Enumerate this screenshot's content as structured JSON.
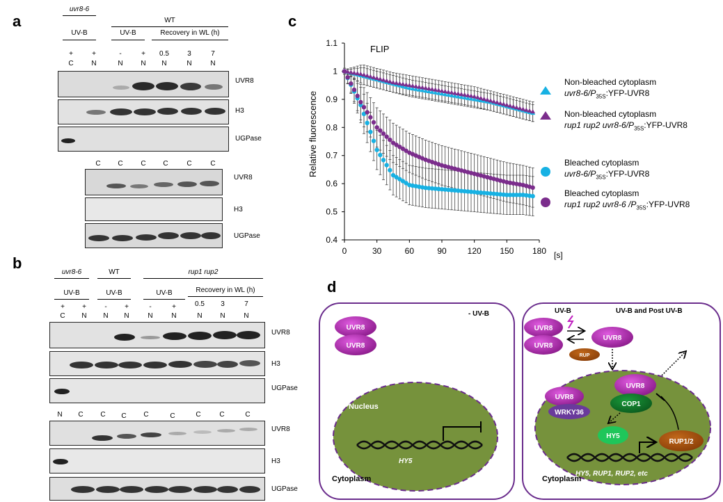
{
  "panel_labels": {
    "a": "a",
    "b": "b",
    "c": "c",
    "d": "d"
  },
  "panel_a": {
    "groups": [
      "uvr8-6",
      "WT"
    ],
    "sub_uvb_1": "UV-B",
    "sub_uvb_2": "UV-B",
    "sub_recovery": "Recovery in WL (h)",
    "signs": [
      "+",
      "+",
      "-",
      "+",
      "0.5",
      "3",
      "7"
    ],
    "fractions": [
      "C",
      "N",
      "N",
      "N",
      "N",
      "N",
      "N"
    ],
    "top_blots": [
      "UVR8",
      "H3",
      "UGPase"
    ],
    "bottom_fractions": [
      "C",
      "C",
      "C",
      "C",
      "C",
      "C"
    ],
    "bottom_blots": [
      "UVR8",
      "H3",
      "UGPase"
    ]
  },
  "panel_b": {
    "groups": [
      "uvr8-6",
      "WT",
      "rup1 rup2"
    ],
    "sub_uvb_1": "UV-B",
    "sub_uvb_2": "UV-B",
    "sub_uvb_3": "UV-B",
    "sub_recovery": "Recovery in WL (h)",
    "signs": [
      "+",
      "+",
      "-",
      "+",
      "-",
      "+",
      "0.5",
      "3",
      "7"
    ],
    "fractions": [
      "C",
      "N",
      "N",
      "N",
      "N",
      "N",
      "N",
      "N",
      "N"
    ],
    "top_blots": [
      "UVR8",
      "H3",
      "UGPase"
    ],
    "bottom_fractions": [
      "N",
      "C",
      "C",
      "C",
      "C",
      "C",
      "C",
      "C",
      "C"
    ],
    "bottom_blots": [
      "UVR8",
      "H3",
      "UGPase"
    ]
  },
  "chart_data": {
    "type": "scatter",
    "title": "FLIP",
    "ylabel": "Relative fluorescence",
    "xlabel": "[s]",
    "xlim": [
      0,
      180
    ],
    "ylim": [
      0.4,
      1.1
    ],
    "x_ticks": [
      "0",
      "30",
      "60",
      "90",
      "120",
      "150",
      "180"
    ],
    "y_ticks": [
      "0.4",
      "0.5",
      "0.6",
      "0.7",
      "0.8",
      "0.9",
      "1",
      "1.1"
    ],
    "x": [
      0,
      15,
      30,
      45,
      60,
      75,
      90,
      105,
      120,
      135,
      150,
      165,
      175
    ],
    "series": [
      {
        "name": "Non-bleached cytoplasm",
        "genotype": "uvr8-6/P35S:YFP-UVR8",
        "marker": "triangle",
        "color": "#17b1e3",
        "values": [
          1.0,
          0.985,
          0.97,
          0.955,
          0.94,
          0.93,
          0.92,
          0.91,
          0.9,
          0.89,
          0.875,
          0.86,
          0.85
        ],
        "error": 0.03
      },
      {
        "name": "Non-bleached cytoplasm",
        "genotype": "rup1 rup2 uvr8-6/P35S:YFP-UVR8",
        "marker": "triangle",
        "color": "#7b2d8c",
        "values": [
          1.0,
          0.99,
          0.975,
          0.96,
          0.95,
          0.94,
          0.93,
          0.92,
          0.91,
          0.895,
          0.88,
          0.865,
          0.855
        ],
        "error": 0.035
      },
      {
        "name": "Bleached cytoplasm",
        "genotype": "uvr8-6/P35S:YFP-UVR8",
        "marker": "circle",
        "color": "#17b1e3",
        "values": [
          1.0,
          0.88,
          0.72,
          0.63,
          0.595,
          0.585,
          0.58,
          0.575,
          0.57,
          0.565,
          0.56,
          0.56,
          0.555
        ],
        "error": 0.07
      },
      {
        "name": "Bleached cytoplasm",
        "genotype": "rup1 rup2 uvr8-6 /P35S:YFP-UVR8",
        "marker": "circle",
        "color": "#7b2d8c",
        "values": [
          1.0,
          0.89,
          0.8,
          0.745,
          0.71,
          0.685,
          0.665,
          0.65,
          0.635,
          0.62,
          0.605,
          0.595,
          0.585
        ],
        "error": 0.07
      }
    ],
    "legend": [
      {
        "line1": "Non-bleached cytoplasm",
        "line2": "uvr8-6/P",
        "sub": "35S",
        "tail": ":YFP-UVR8"
      },
      {
        "line1": "Non-bleached cytoplasm",
        "line2": "rup1 rup2 uvr8-6/P",
        "sub": "35S",
        "tail": ":YFP-UVR8"
      },
      {
        "line1": "Bleached cytoplasm",
        "line2": "uvr8-6/P",
        "sub": "35S",
        "tail": ":YFP-UVR8"
      },
      {
        "line1": "Bleached cytoplasm",
        "line2": "rup1 rup2 uvr8-6 /P",
        "sub": "35S",
        "tail": ":YFP-UVR8"
      }
    ]
  },
  "panel_d": {
    "left": {
      "condition": "- UV-B",
      "uvr8_1": "UVR8",
      "uvr8_2": "UVR8",
      "nucleus": "Nucleus",
      "gene": "HY5",
      "cytoplasm": "Cytoplasm"
    },
    "right": {
      "uvb": "UV-B",
      "condition": "UV-B and Post UV-B",
      "uvr8_dimer_1": "UVR8",
      "uvr8_dimer_2": "UVR8",
      "uvr8_mono": "UVR8",
      "rup": "RUP",
      "uvr8_nuc": "UVR8",
      "cop1": "COP1",
      "uvr8_wrky": "UVR8",
      "wrky36": "WRKY36",
      "hy5": "HY5",
      "rup12": "RUP1/2",
      "genes": "HY5, RUP1, RUP2, etc",
      "cytoplasm": "Cytoplasm"
    }
  }
}
